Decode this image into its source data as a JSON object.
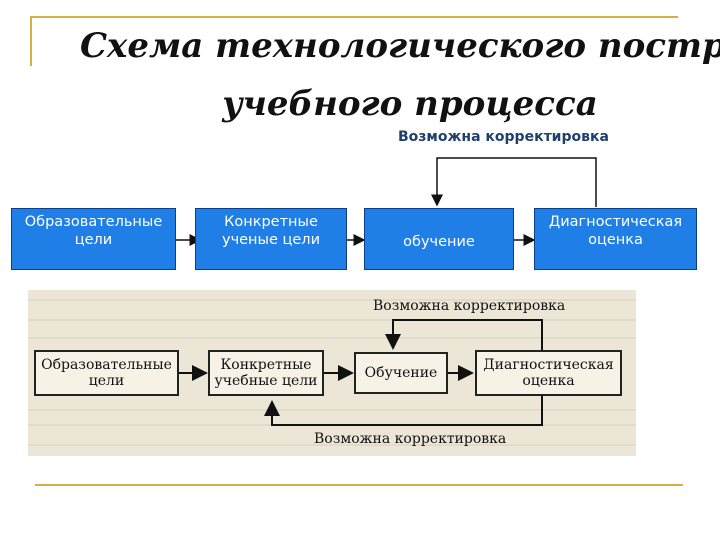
{
  "slide": {
    "title_line1": "Схема технологического построения",
    "title_line2": "учебного процесса",
    "correction_label": "Возможна корректировка"
  },
  "blue_diagram": {
    "boxes": [
      {
        "line1": "Образовательные",
        "line2": "цели"
      },
      {
        "line1": "Конкретные",
        "line2": "ученые цели"
      },
      {
        "line1": "обучение",
        "line2": ""
      },
      {
        "line1": "Диагностическая",
        "line2": "оценка"
      }
    ]
  },
  "scan_diagram": {
    "top_label": "Возможна корректировка",
    "bottom_label": "Возможна корректировка",
    "boxes": [
      {
        "line1": "Образовательные",
        "line2": "цели"
      },
      {
        "line1": "Конкретные",
        "line2": "учебные цели"
      },
      {
        "line1": "Обучение",
        "line2": ""
      },
      {
        "line1": "Диагностическая",
        "line2": "оценка"
      }
    ]
  },
  "colors": {
    "accent_line": "#d2b048",
    "box_fill": "#1f7fe6",
    "box_border": "#0b3f8a",
    "label": "#1f3f6f"
  }
}
